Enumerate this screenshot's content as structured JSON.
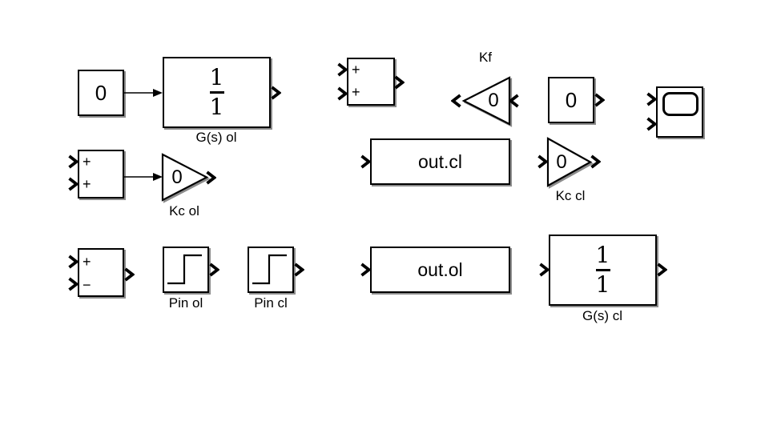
{
  "canvas": {
    "background": "#ffffff",
    "line_color": "#000000",
    "block_fill": "#ffffff",
    "shadow_color": "#8c8c8c"
  },
  "blocks": {
    "constant_ol": {
      "value": "0"
    },
    "transfer_fcn_ol": {
      "numerator": "1",
      "denominator": "1",
      "label": "G(s) ol"
    },
    "sum_ol": {
      "signs": [
        "+",
        "+"
      ]
    },
    "gain_kc_ol": {
      "value": "0",
      "label": "Kc ol"
    },
    "sum_err": {
      "signs": [
        "+",
        "−"
      ]
    },
    "step_pin_ol": {
      "label": "Pin ol"
    },
    "step_pin_cl": {
      "label": "Pin cl"
    },
    "sum_cl": {
      "signs": [
        "+",
        "+"
      ]
    },
    "gain_kf": {
      "value": "0",
      "label": "Kf"
    },
    "constant_cl": {
      "value": "0"
    },
    "to_file_cl": {
      "name": "out.cl"
    },
    "gain_kc_cl": {
      "value": "0",
      "label": "Kc cl"
    },
    "to_file_ol": {
      "name": "out.ol"
    },
    "transfer_fcn_cl": {
      "numerator": "1",
      "denominator": "1",
      "label": "G(s) cl"
    }
  }
}
